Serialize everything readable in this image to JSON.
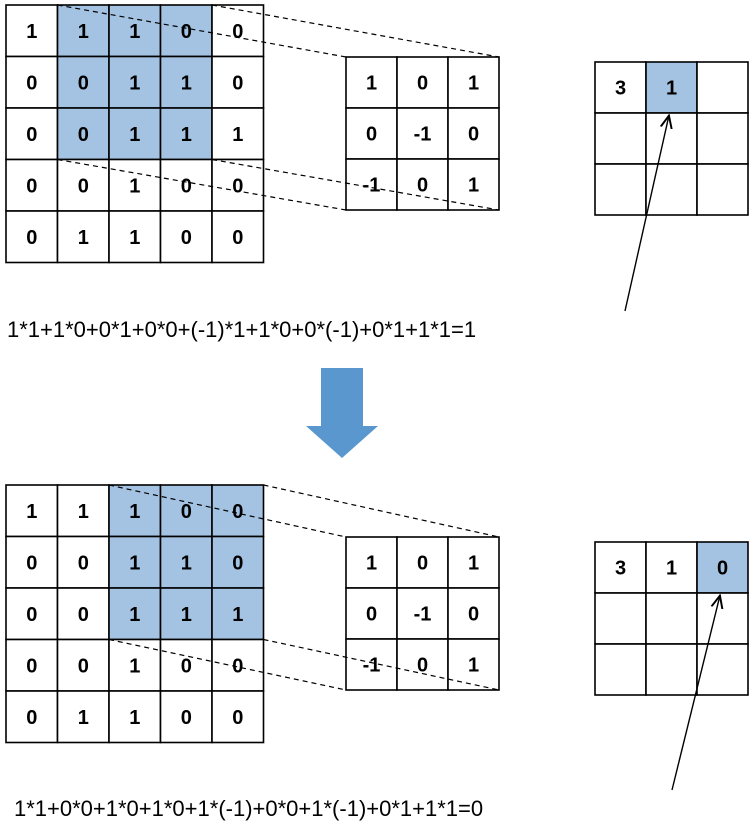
{
  "colors": {
    "highlight": "#a4c3e2",
    "cell": "#ffffff",
    "arrow": "#5b97cf",
    "stroke": "#000000"
  },
  "panels": [
    {
      "input": [
        [
          "1",
          "1",
          "1",
          "0",
          "0"
        ],
        [
          "0",
          "0",
          "1",
          "1",
          "0"
        ],
        [
          "0",
          "0",
          "1",
          "1",
          "1"
        ],
        [
          "0",
          "0",
          "1",
          "0",
          "0"
        ],
        [
          "0",
          "1",
          "1",
          "0",
          "0"
        ]
      ],
      "window_row": 0,
      "window_col": 1,
      "kernel": [
        [
          "1",
          "0",
          "1"
        ],
        [
          "0",
          "-1",
          "0"
        ],
        [
          "-1",
          "0",
          "1"
        ]
      ],
      "output": [
        [
          "3",
          "1",
          ""
        ],
        [
          "",
          "",
          ""
        ],
        [
          "",
          "",
          ""
        ]
      ],
      "active_row": 0,
      "active_col": 1,
      "formula": "1*1+1*0+0*1+0*0+(-1)*1+1*0+0*(-1)+0*1+1*1=1"
    },
    {
      "input": [
        [
          "1",
          "1",
          "1",
          "0",
          "0"
        ],
        [
          "0",
          "0",
          "1",
          "1",
          "0"
        ],
        [
          "0",
          "0",
          "1",
          "1",
          "1"
        ],
        [
          "0",
          "0",
          "1",
          "0",
          "0"
        ],
        [
          "0",
          "1",
          "1",
          "0",
          "0"
        ]
      ],
      "window_row": 0,
      "window_col": 2,
      "kernel": [
        [
          "1",
          "0",
          "1"
        ],
        [
          "0",
          "-1",
          "0"
        ],
        [
          "-1",
          "0",
          "1"
        ]
      ],
      "output": [
        [
          "3",
          "1",
          "0"
        ],
        [
          "",
          "",
          ""
        ],
        [
          "",
          "",
          ""
        ]
      ],
      "active_row": 0,
      "active_col": 2,
      "formula": "1*1+0*0+1*0+1*0+1*(-1)+0*0+1*(-1)+0*1+1*1=0"
    }
  ]
}
